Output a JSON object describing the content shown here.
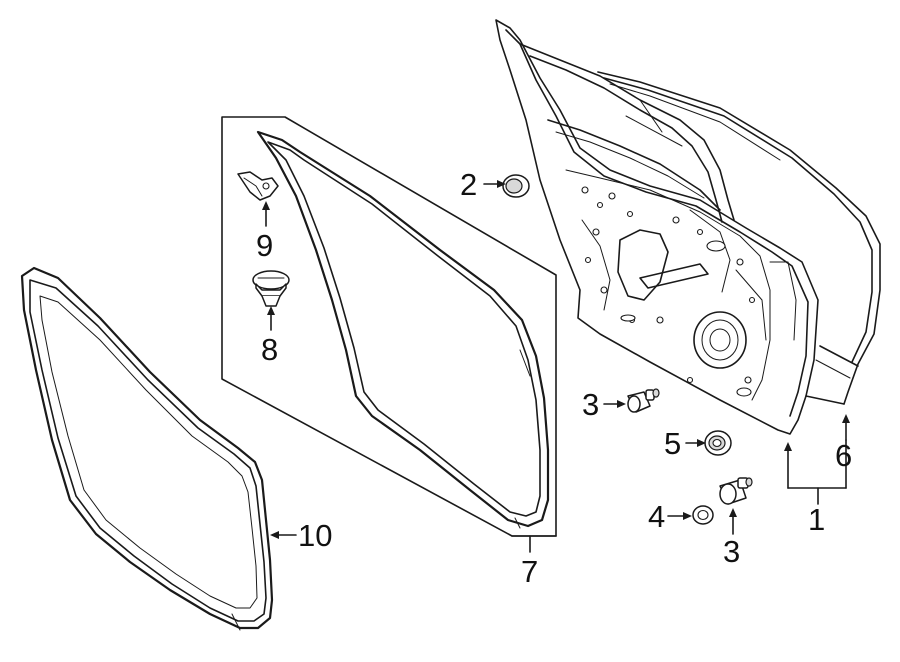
{
  "callouts": {
    "c1": "1",
    "c2": "2",
    "c3a": "3",
    "c3b": "3",
    "c4": "4",
    "c5": "5",
    "c6": "6",
    "c7": "7",
    "c8": "8",
    "c9": "9",
    "c10": "10"
  },
  "parts": [
    {
      "callout": "1",
      "icon": "door-shell-icon"
    },
    {
      "callout": "2",
      "icon": "grommet-icon"
    },
    {
      "callout": "3",
      "icon": "bumper-icon"
    },
    {
      "callout": "4",
      "icon": "washer-icon"
    },
    {
      "callout": "5",
      "icon": "plug-icon"
    },
    {
      "callout": "6",
      "icon": "door-skin-icon"
    },
    {
      "callout": "7",
      "icon": "weatherstrip-kit-icon"
    },
    {
      "callout": "8",
      "icon": "push-clip-icon"
    },
    {
      "callout": "9",
      "icon": "seal-end-clip-icon"
    },
    {
      "callout": "10",
      "icon": "body-seal-icon"
    }
  ]
}
